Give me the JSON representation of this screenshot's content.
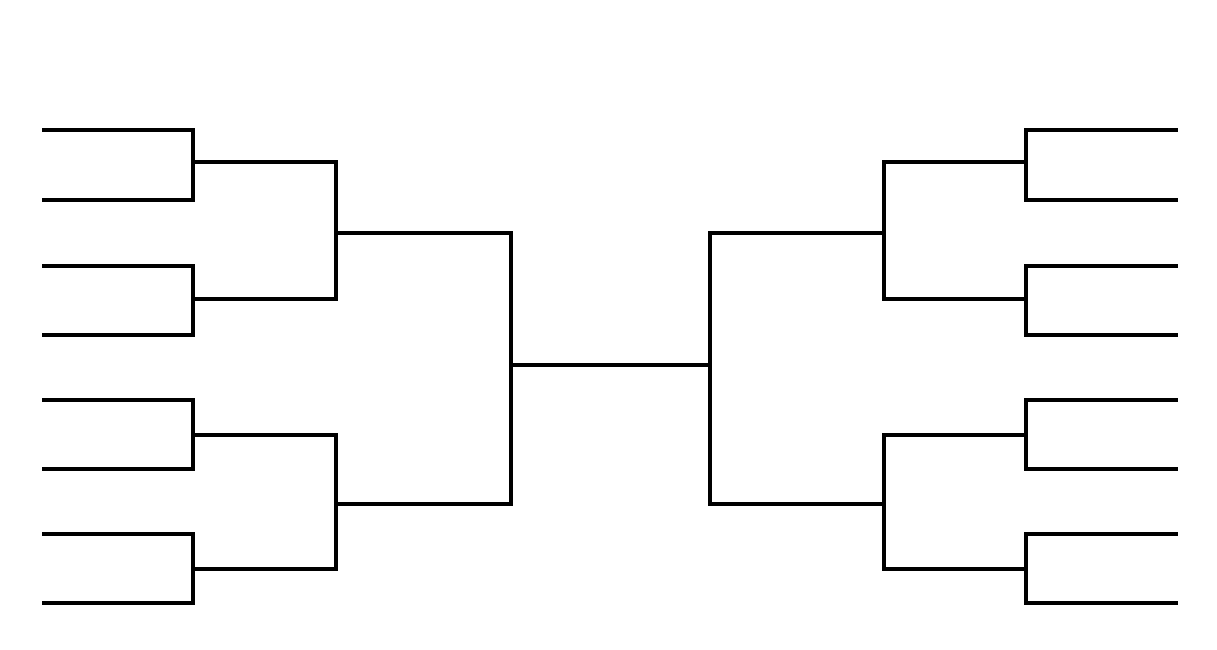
{
  "diagram": {
    "type": "single-elimination-bracket",
    "teams_per_side": 8,
    "rounds_per_side": 3,
    "has_final": true,
    "line_color": "#000000"
  }
}
